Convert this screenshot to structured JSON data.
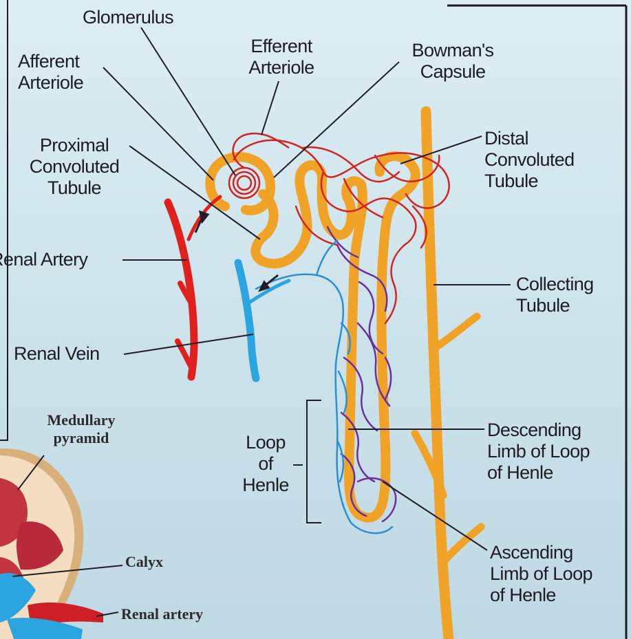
{
  "labels": {
    "glomerulus": "Glomerulus",
    "afferent_arteriole": [
      "Afferent",
      "Arteriole"
    ],
    "efferent_arteriole": [
      "Efferent",
      "Arteriole"
    ],
    "bowmans_capsule": [
      "Bowman's",
      "Capsule"
    ],
    "proximal_tubule": [
      "Proximal",
      "Convoluted",
      "Tubule"
    ],
    "distal_tubule": [
      "Distal",
      "Convoluted",
      "Tubule"
    ],
    "renal_artery": "Renal Artery",
    "renal_vein": "Renal Vein",
    "collecting_tubule": [
      "Collecting",
      "Tubule"
    ],
    "loop_of_henle": [
      "Loop",
      "of",
      "Henle"
    ],
    "descending_limb": [
      "Descending",
      "Limb of Loop",
      "of Henle"
    ],
    "ascending_limb": [
      "Ascending",
      "Limb of Loop",
      "of Henle"
    ],
    "medullary_pyramid": [
      "Medullary",
      "pyramid"
    ],
    "calyx": "Calyx",
    "renal_artery_inset": "Renal artery"
  },
  "colors": {
    "tubule": "#f0a327",
    "artery": "#e0201c",
    "vein": "#2aa5e0",
    "capillary_red": "#d42222",
    "capillary_purple": "#6a2f9a",
    "capillary_blue": "#2a8fd6",
    "leader": "#1e1e26",
    "frame": "#1a1a22"
  }
}
